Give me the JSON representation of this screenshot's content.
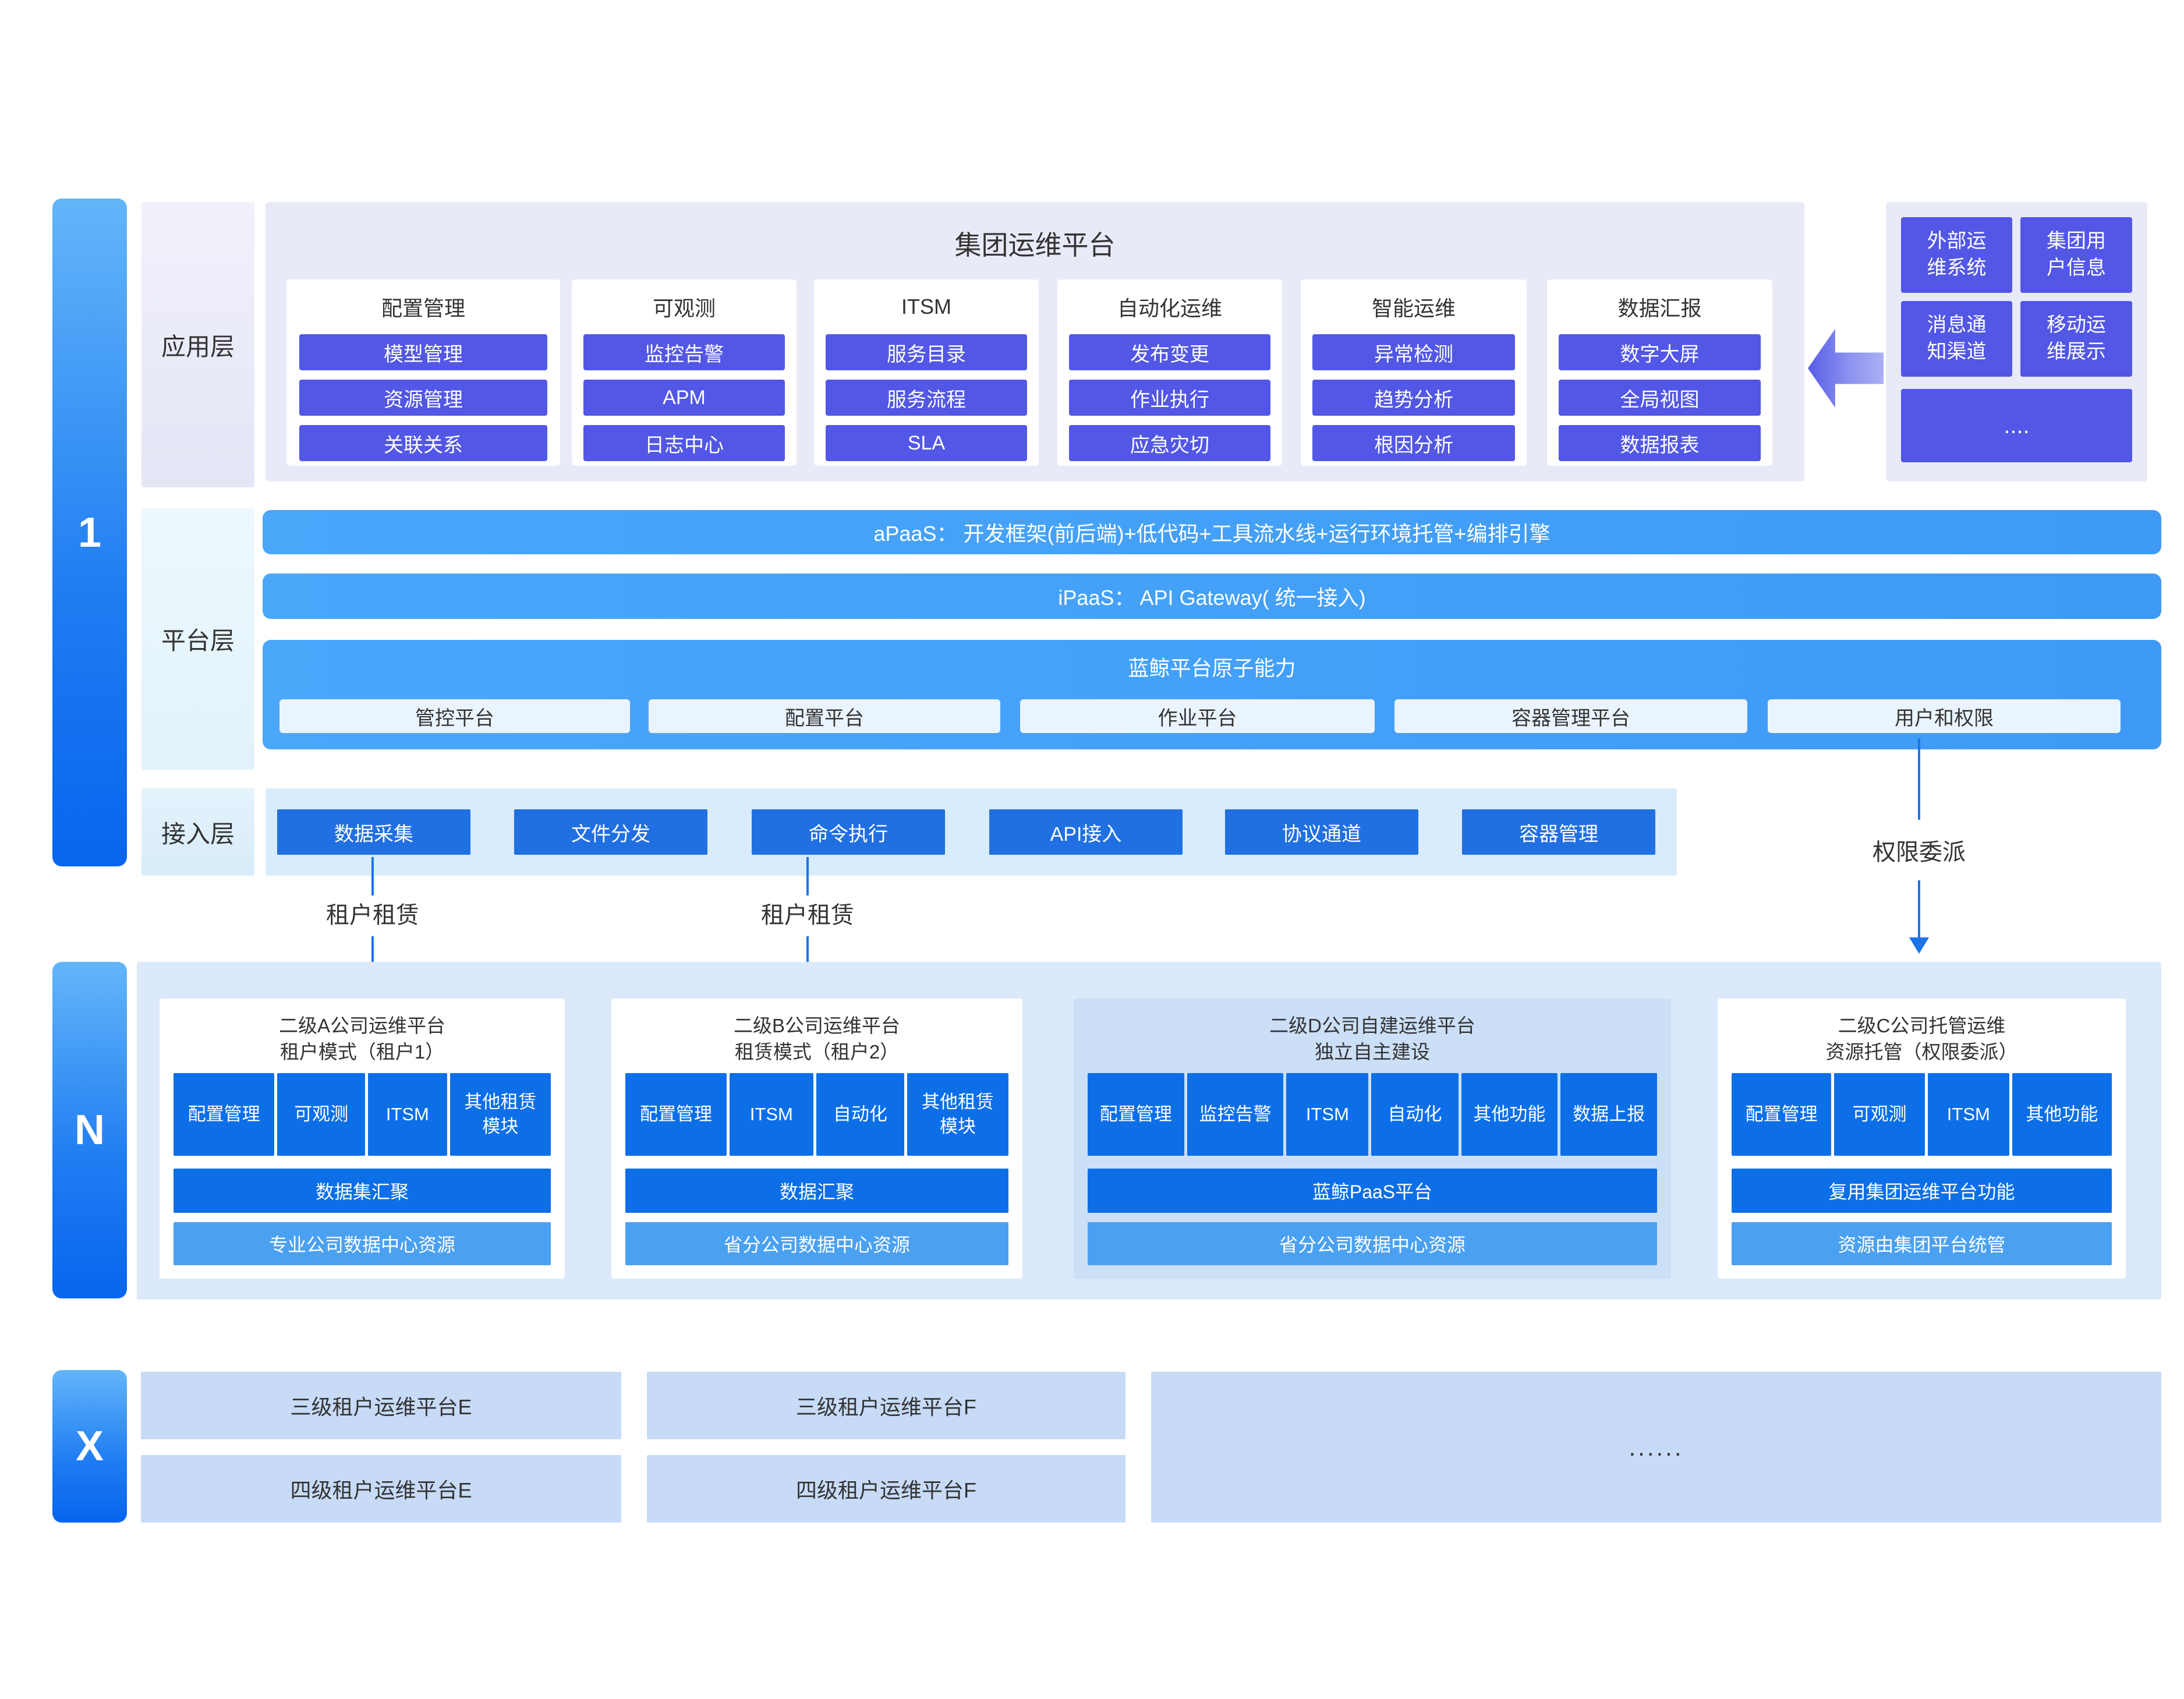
{
  "title": "集团运维平台",
  "left_bars": {
    "one": "1",
    "n": "N",
    "x": "X"
  },
  "layers": {
    "app": "应用层",
    "platform": "平台层",
    "access": "接入层"
  },
  "app": {
    "columns": [
      {
        "header": "配置管理",
        "items": [
          "模型管理",
          "资源管理",
          "关联关系"
        ]
      },
      {
        "header": "可观测",
        "items": [
          "监控告警",
          "APM",
          "日志中心"
        ]
      },
      {
        "header": "ITSM",
        "items": [
          "服务目录",
          "服务流程",
          "SLA"
        ]
      },
      {
        "header": "自动化运维",
        "items": [
          "发布变更",
          "作业执行",
          "应急灾切"
        ]
      },
      {
        "header": "智能运维",
        "items": [
          "异常检测",
          "趋势分析",
          "根因分析"
        ]
      },
      {
        "header": "数据汇报",
        "items": [
          "数字大屏",
          "全局视图",
          "数据报表"
        ]
      }
    ]
  },
  "external": {
    "items": [
      "外部运\n维系统",
      "集团用\n户信息",
      "消息通\n知渠道",
      "移动运\n维展示"
    ],
    "more": "...."
  },
  "platform": {
    "apaas": "aPaaS： 开发框架(前后端)+低代码+工具流水线+运行环境托管+编排引擎",
    "ipaas": "iPaaS： API Gateway( 统一接入)",
    "atomic_title": "蓝鲸平台原子能力",
    "atomic_items": [
      "管控平台",
      "配置平台",
      "作业平台",
      "容器管理平台",
      "用户和权限"
    ]
  },
  "access": {
    "items": [
      "数据采集",
      "文件分发",
      "命令执行",
      "API接入",
      "协议通道",
      "容器管理"
    ]
  },
  "annotations": {
    "tenant_lease_1": "租户租赁",
    "tenant_lease_2": "租户租赁",
    "delegate": "权限委派"
  },
  "companies": [
    {
      "title": "二级A公司运维平台\n租户模式（租户1）",
      "modules": [
        "配置管理",
        "可观测",
        "ITSM",
        "其他租赁\n模块"
      ],
      "middle": "数据集汇聚",
      "bottom": "专业公司数据中心资源"
    },
    {
      "title": "二级B公司运维平台\n租赁模式（租户2）",
      "modules": [
        "配置管理",
        "ITSM",
        "自动化",
        "其他租赁\n模块"
      ],
      "middle": "数据汇聚",
      "bottom": "省分公司数据中心资源"
    },
    {
      "title": "二级D公司自建运维平台\n独立自主建设",
      "modules": [
        "配置管理",
        "监控告警",
        "ITSM",
        "自动化",
        "其他功能",
        "数据上报"
      ],
      "middle": "蓝鲸PaaS平台",
      "bottom": "省分公司数据中心资源"
    },
    {
      "title": "二级C公司托管运维\n资源托管（权限委派）",
      "modules": [
        "配置管理",
        "可观测",
        "ITSM",
        "其他功能"
      ],
      "middle": "复用集团运维平台功能",
      "bottom": "资源由集团平台统管"
    }
  ],
  "tiers": {
    "e3": "三级租户运维平台E",
    "f3": "三级租户运维平台F",
    "e4": "四级租户运维平台E",
    "f4": "四级租户运维平台F",
    "more": "......"
  },
  "colors": {
    "chip_purple": "#5257E6",
    "app_panel": "#E9EAF8",
    "paas_blue": "#45A3F8",
    "access_chip": "#2070E2",
    "n_chip": "#0D6FE8",
    "resource_blue": "#4BA1F1",
    "d_card": "#CBDFF7",
    "x_box": "#C7DBF7",
    "arrow_blue": "#1B74E8",
    "bar_gradient_top": "#63B5F9",
    "bar_gradient_bottom": "#0765EE"
  }
}
